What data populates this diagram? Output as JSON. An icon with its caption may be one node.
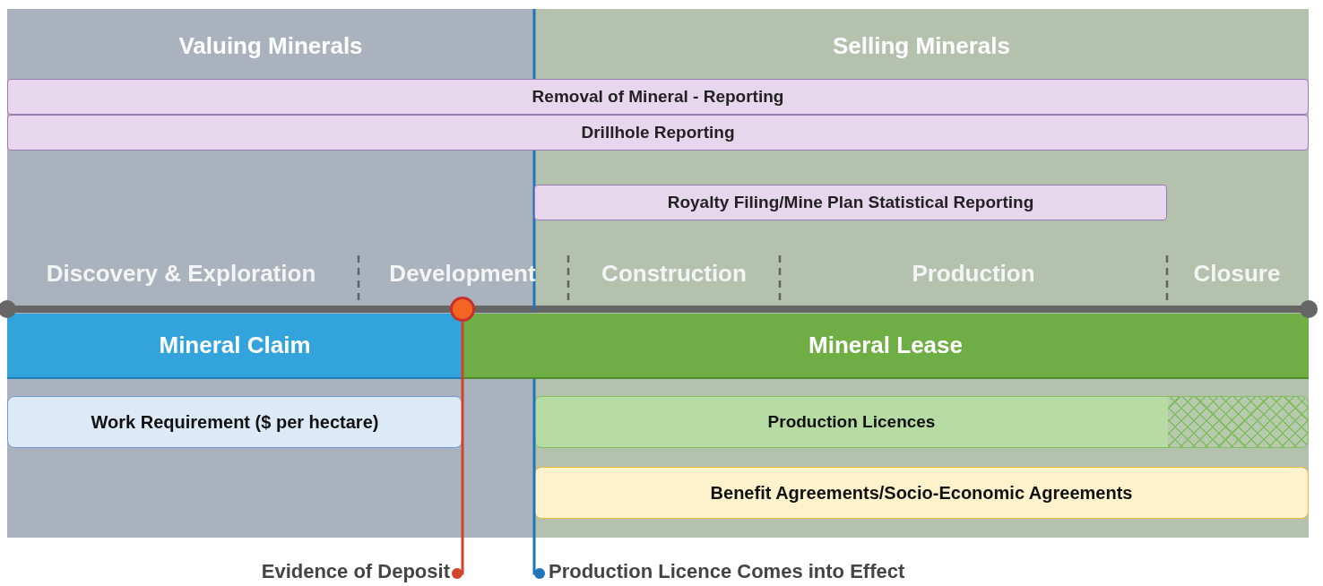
{
  "diagram": {
    "nodes": [
      {
        "text": [
          "Valuing Minerals"
        ]
      },
      {
        "text": [
          "Selling Minerals"
        ]
      },
      {
        "text": [
          "Removal of Mineral - Reporting"
        ]
      },
      {
        "text": [
          "Drillhole Reporting"
        ]
      },
      {
        "text": [
          "Royalty Filing/Mine Plan Statistical Reporting"
        ],
        "in": 1
      },
      {
        "text": [
          "Mineral Claim"
        ],
        "in": 0
      },
      {
        "text": [
          "Mineral Lease"
        ]
      },
      {
        "text": [
          "Work Requirement ($ per hectare)"
        ],
        "in": 0
      },
      {
        "text": [
          "Production Licences"
        ],
        "in": 1
      },
      {
        "text": [
          "Benefit Agreements/Socio-Economic Agreements"
        ],
        "in": 1
      },
      {
        "text": [],
        "shape": "circle",
        "in": 0
      },
      {
        "text": [
          "Evidence of Deposit"
        ]
      },
      {
        "text": [
          "Production Licence Comes into Effect"
        ]
      }
    ],
    "edges": [
      {
        "from": 10,
        "to": 11,
        "arrow": "other",
        "color": "#d2442a"
      },
      {
        "from": 6,
        "to": 12,
        "arrow": "other",
        "color": "#1f74bb"
      }
    ],
    "labels": [
      "Discovery & Exploration",
      "Development",
      "Construction",
      "Production",
      "Closure"
    ]
  }
}
